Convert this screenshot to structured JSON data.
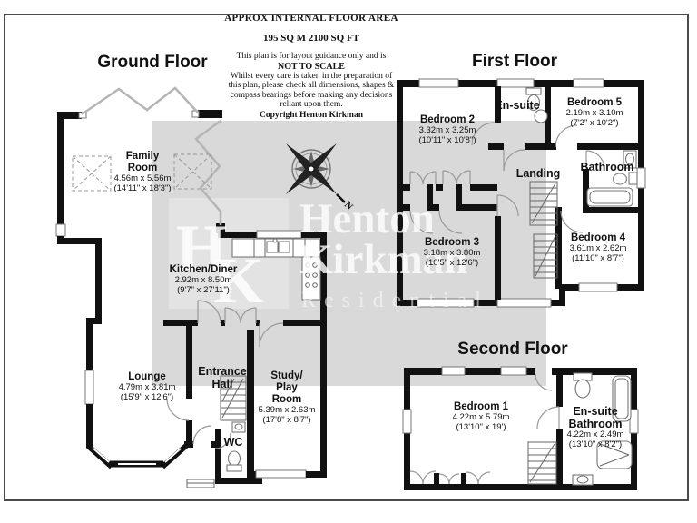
{
  "header": {
    "title": "APPROX INTERNAL FLOOR AREA",
    "area": "195 SQ M 2100 SQ FT",
    "disclaimer_line1": "This plan is for layout guidance only and is",
    "not_to_scale": "NOT TO SCALE",
    "disclaimer_line2": "Whilst every care is taken in the preparation of",
    "disclaimer_line3": "this plan, please check all dimensions, shapes &",
    "disclaimer_line4": "compass bearings before making any decisions",
    "disclaimer_line5": "reliant upon them.",
    "copyright": "Copyright Henton Kirkman"
  },
  "floors": {
    "ground": {
      "title": "Ground Floor",
      "rooms": {
        "family": {
          "name_lines": [
            "Family",
            "Room"
          ],
          "dim_m": "4.56m x 5.56m",
          "dim_ft": "(14'11\" x 18'3\")"
        },
        "kitchen": {
          "name_lines": [
            "Kitchen/Diner"
          ],
          "dim_m": "2.92m x 8.50m",
          "dim_ft": "(9'7\" x 27'11\")"
        },
        "lounge": {
          "name_lines": [
            "Lounge"
          ],
          "dim_m": "4.79m x 3.81m",
          "dim_ft": "(15'9\" x 12'6\")"
        },
        "hall": {
          "name_lines": [
            "Entrance",
            "Hall"
          ]
        },
        "study": {
          "name_lines": [
            "Study/",
            "Play",
            "Room"
          ],
          "dim_m": "5.39m x 2.63m",
          "dim_ft": "(17'8\" x 8'7\")"
        },
        "wc": {
          "name_lines": [
            "WC"
          ]
        }
      }
    },
    "first": {
      "title": "First Floor",
      "rooms": {
        "bedroom2": {
          "name_lines": [
            "Bedroom 2"
          ],
          "dim_m": "3.32m x 3.25m",
          "dim_ft": "(10'11\" x 10'8\")"
        },
        "ensuite": {
          "name_lines": [
            "En-suite"
          ]
        },
        "bedroom5": {
          "name_lines": [
            "Bedroom 5"
          ],
          "dim_m": "2.19m x 3.10m",
          "dim_ft": "(7'2\" x 10'2\")"
        },
        "landing": {
          "name_lines": [
            "Landing"
          ]
        },
        "bathroom": {
          "name_lines": [
            "Bathroom"
          ]
        },
        "bedroom3": {
          "name_lines": [
            "Bedroom 3"
          ],
          "dim_m": "3.18m x 3.80m",
          "dim_ft": "(10'5\" x 12'6\")"
        },
        "bedroom4": {
          "name_lines": [
            "Bedroom 4"
          ],
          "dim_m": "3.61m x 2.62m",
          "dim_ft": "(11'10\" x 8'7\")"
        }
      }
    },
    "second": {
      "title": "Second Floor",
      "rooms": {
        "bedroom1": {
          "name_lines": [
            "Bedroom 1"
          ],
          "dim_m": "4.22m x 5.79m",
          "dim_ft": "(13'10\" x 19')"
        },
        "ensuite_bathroom": {
          "name_lines": [
            "En-suite",
            "Bathroom"
          ],
          "dim_m": "4.22m x 2.49m",
          "dim_ft": "(13'10\" x 8'2\")"
        }
      }
    }
  },
  "watermark": {
    "monogram_h": "H",
    "monogram_k": "K",
    "line1": "Henton",
    "line2": "Kirkman",
    "line3": "Residential"
  },
  "compass": {
    "north_label": "N"
  },
  "colors": {
    "wall": "#111111",
    "watermark_bg": "#d9d9d9",
    "watermark_inner": "#e3e3e3",
    "watermark_text": "#ffffff",
    "border": "#4b4b4b"
  }
}
